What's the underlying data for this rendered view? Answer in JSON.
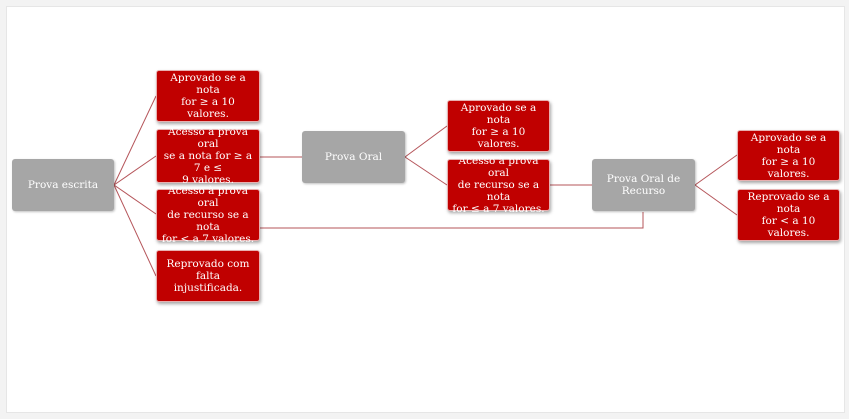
{
  "colors": {
    "stage": "#a6a6a6",
    "outcome": "#c00000",
    "connector": "#b5555a"
  },
  "nodes": {
    "prova_escrita": "Prova escrita",
    "escrita_aprovado": "Aprovado se a nota\nfor ≥ a 10 valores.",
    "escrita_acesso_oral": "Acesso à prova oral\nse a nota for ≥ a 7 e ≤\n9 valores.",
    "escrita_acesso_recurso": "Acesso à prova oral\nde recurso se a nota\nfor  < a 7 valores.",
    "escrita_reprovado": "Reprovado com falta\ninjustificada.",
    "prova_oral": "Prova Oral",
    "oral_aprovado": "Aprovado se a nota\nfor ≥ a 10 valores.",
    "oral_acesso_recurso": "Acesso à prova oral\nde recurso se a nota\nfor  ≤ a 7 valores.",
    "prova_oral_recurso": "Prova Oral de\nRecurso",
    "recurso_aprovado": "Aprovado se a nota\nfor ≥ a 10 valores.",
    "recurso_reprovado": "Reprovado se a nota\nfor < a 10 valores."
  }
}
